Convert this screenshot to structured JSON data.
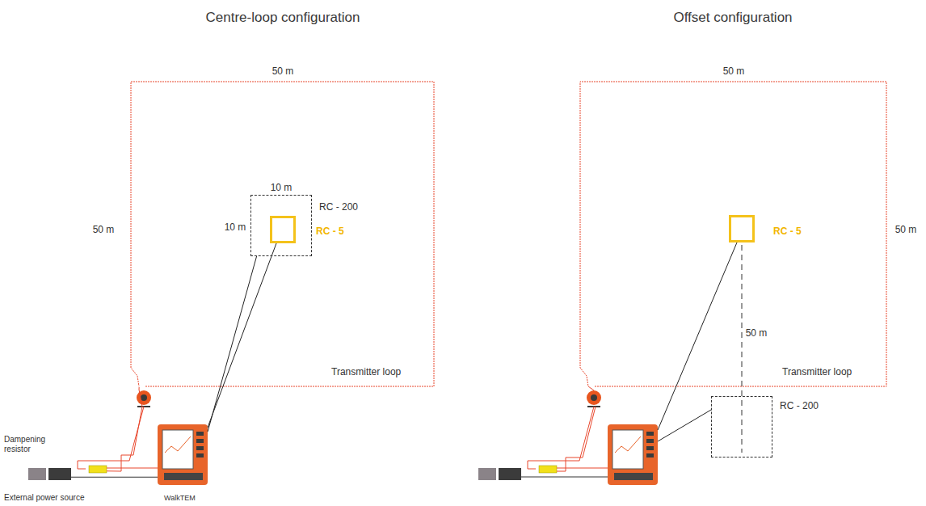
{
  "diagram": {
    "nodes": [
      {
        "text": [
          "Transmitter loop"
        ]
      },
      {
        "text": [
          "RC - 200"
        ],
        "in": 0
      },
      {
        "text": [
          "RC - 5"
        ],
        "in": 1
      },
      {
        "text": [
          "WalkTEM"
        ]
      },
      {
        "text": [
          "Dampening resistor"
        ]
      },
      {
        "text": [
          "External power source"
        ]
      },
      {
        "text": [
          "Transmitter loop"
        ]
      },
      {
        "text": [
          "RC - 5"
        ],
        "in": 6
      },
      {
        "text": [
          "RC - 200"
        ]
      }
    ],
    "edges": [
      {
        "from": 3,
        "to": 1,
        "arrow": "none"
      },
      {
        "from": 3,
        "to": 2,
        "arrow": "none"
      },
      {
        "from": 4,
        "to": 0,
        "arrow": "none"
      },
      {
        "from": 5,
        "to": 3,
        "arrow": "none"
      }
    ],
    "labels": [
      "Centre-loop configuration",
      "50 m",
      "50 m",
      "10 m",
      "10 m",
      "Offset configuration",
      "50 m",
      "50 m",
      "50 m"
    ]
  }
}
